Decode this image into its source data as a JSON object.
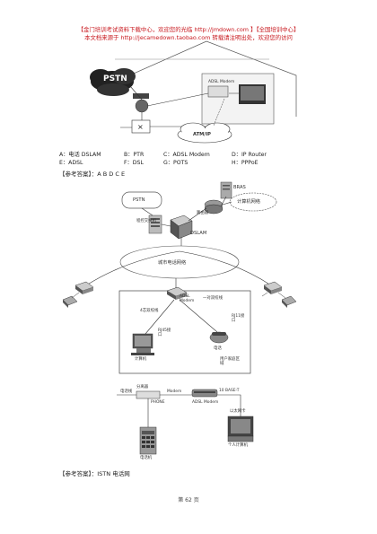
{
  "header": {
    "line1": "【金门培训考试资料下载中心，欢迎您的光临 http://jmdown.com 】【全国培训中心】",
    "line2": "本文档来源于 http://jecamedown.taobao.com 转载请注明出处，欢迎您的访问"
  },
  "figure1": {
    "pstn_label": "PSTN",
    "adsl_modem_label": "ADSL Modem",
    "atm_ip_label": "ATM/IP"
  },
  "options": {
    "a": "A：电话 DSLAM",
    "b": "B：PTR",
    "c": "C：ADSL Modem",
    "d": "D：IP Router",
    "e": "E：ADSL",
    "f": "F：DSL",
    "g": "G：POTS",
    "h": "H：PPPoE"
  },
  "answer": {
    "label": "【参考答案】：A B D C E"
  },
  "figure2": {
    "pstn": "PSTN",
    "bras": "BRAS",
    "server": "计算机网络",
    "switch": "程控交换机",
    "router": "路由器",
    "dslam": "DSLAM",
    "metro_net": "城市电话网络",
    "adsl_modem": "ADSL Modem",
    "pair4": "4芯双绞线",
    "pair2": "一对双绞线",
    "rj45": "RJ45接口",
    "rj11": "RJ11接口",
    "computer": "计算机",
    "phone": "电话",
    "user_area": "用户家庭区域"
  },
  "figure3": {
    "line_label": "电话线",
    "splitter": "分离器",
    "phone_line": "PHONE",
    "modem": "Modem",
    "adsl_modem": "ADSL Modem",
    "ethernet": "10 BASE-T",
    "nic": "以太网卡",
    "phone": "电话机",
    "pc": "个人计算机"
  },
  "answer2": {
    "label": "【参考答案】：ISTN 电话网"
  },
  "footer": {
    "page": "第 62 页"
  }
}
